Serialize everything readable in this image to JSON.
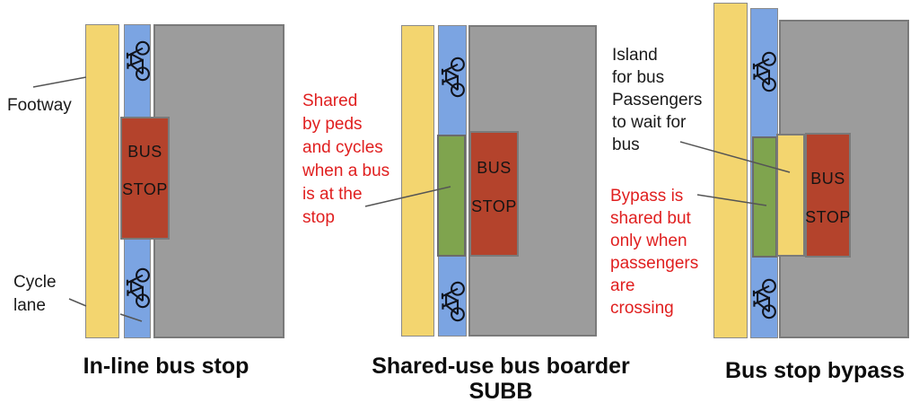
{
  "colors": {
    "footway": "#F3D56F",
    "cycle": "#7BA4E2",
    "road": "#9C9C9C",
    "busstop": "#B4432C",
    "shared": "#7FA44E",
    "annotation_red": "#E01F1F"
  },
  "diagrams": [
    {
      "title": "In-line bus stop",
      "footway_label": "Footway",
      "cycle_label": [
        "Cycle",
        "lane"
      ],
      "bus_stop": {
        "line1": "BUS",
        "line2": "STOP"
      }
    },
    {
      "title": "Shared-use bus boarder",
      "title2": "SUBB",
      "annotation": [
        "Shared",
        "by peds",
        "and cycles",
        "when a bus",
        "is at the",
        "stop"
      ],
      "bus_stop": {
        "line1": "BUS",
        "line2": "STOP"
      }
    },
    {
      "title": "Bus stop bypass",
      "island_note": [
        "Island",
        "for bus",
        "Passengers",
        "to wait for",
        "bus"
      ],
      "annotation": [
        "Bypass is",
        "shared but",
        "only when",
        "passengers",
        "are",
        "crossing"
      ],
      "bus_stop": {
        "line1": "BUS",
        "line2": "STOP"
      }
    }
  ]
}
